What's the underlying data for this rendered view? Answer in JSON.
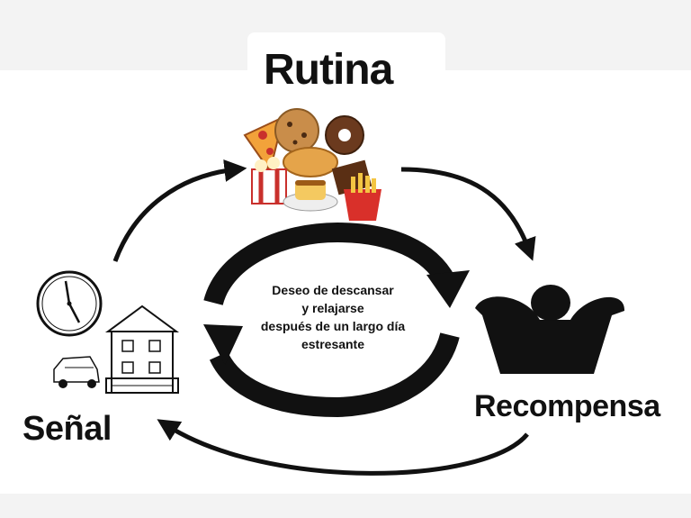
{
  "diagram": {
    "title_routine": "Rutina",
    "title_cue": "Señal",
    "title_reward": "Recompensa",
    "craving_lines": [
      "Deseo de descansar",
      "y relajarse",
      "después de un largo día",
      "estresante"
    ]
  },
  "icons": {
    "routine": "junk-food-icon",
    "cue_clock": "clock-icon",
    "cue_house": "house-icon",
    "cue_car": "car-icon",
    "reward": "relaxing-person-icon"
  },
  "colors": {
    "ink": "#111111",
    "background": "#ffffff",
    "strip": "#f3f3f3"
  }
}
